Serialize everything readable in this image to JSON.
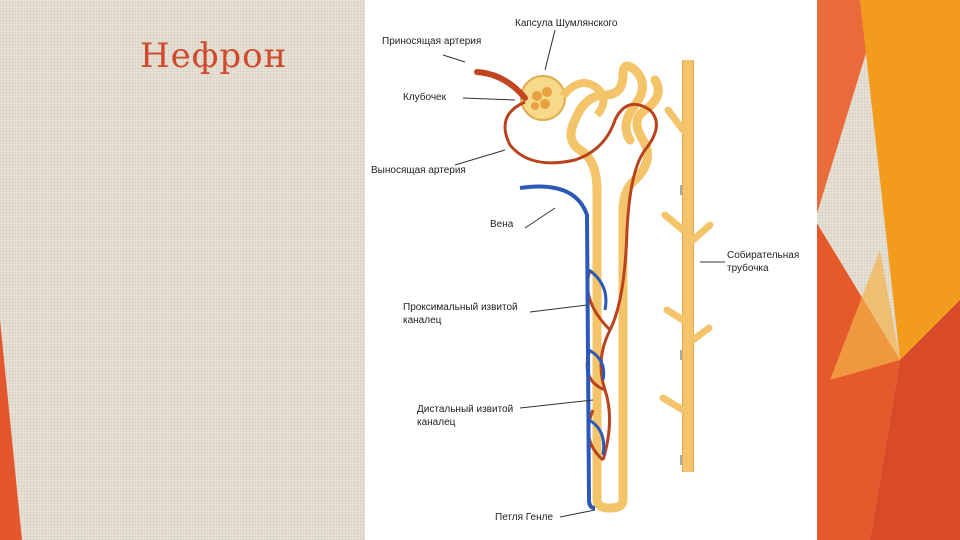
{
  "slide": {
    "title": "Нефрон"
  },
  "diagram": {
    "labels": {
      "capsule": "Капсула Шумлянского",
      "afferent_artery": "Приносящая артерия",
      "glomerulus": "Клубочек",
      "efferent_artery": "Выносящая артерия",
      "vein": "Вена",
      "collecting_duct_1": "Собирательная",
      "collecting_duct_2": "трубочка",
      "proximal_tubule_1": "Проксимальный извитой",
      "proximal_tubule_2": "каналец",
      "distal_tubule_1": "Дистальный извитой",
      "distal_tubule_2": "каналец",
      "loop_of_henle": "Петля Генле"
    }
  },
  "colors": {
    "accent": "#cf4a2c",
    "tubule": "#f4c46a",
    "artery": "#b8431c",
    "vein": "#2b59b8"
  }
}
